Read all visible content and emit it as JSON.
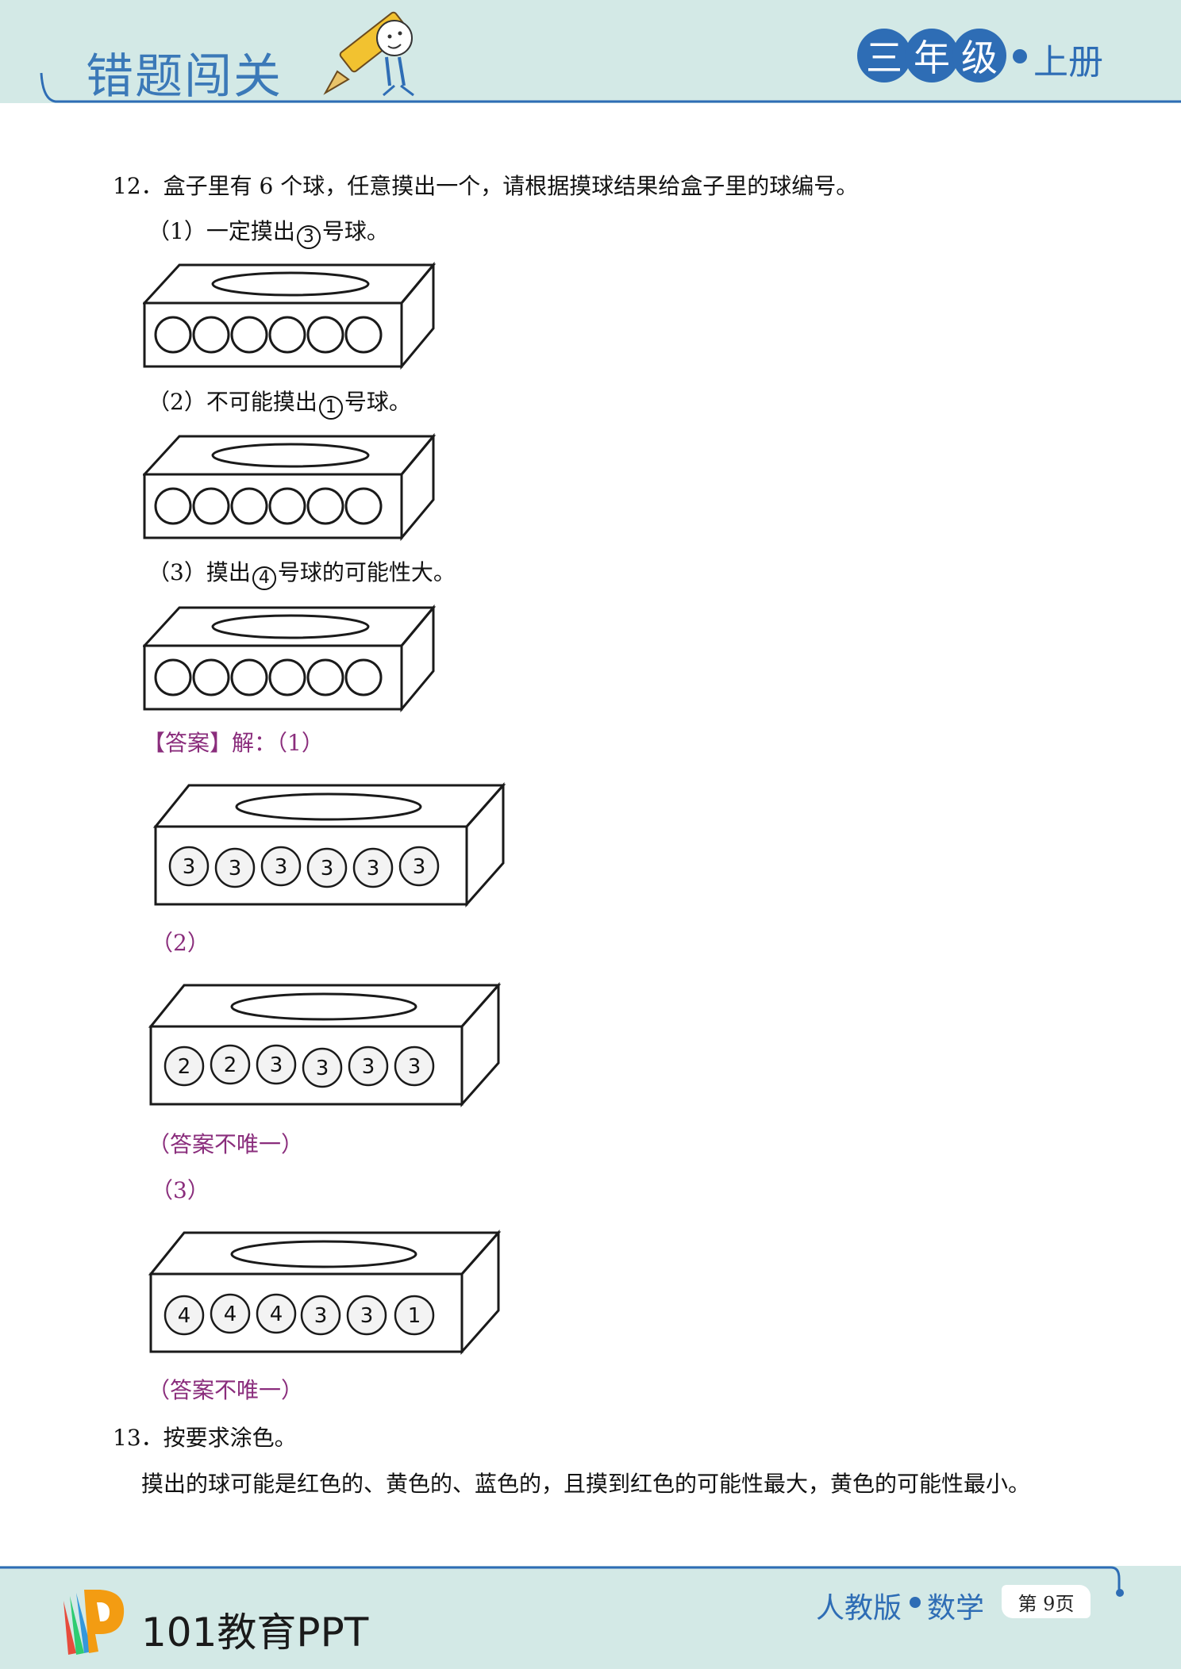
{
  "header": {
    "title": "错题闯关",
    "grade_chars": [
      "三",
      "年",
      "级"
    ],
    "volume": "上册"
  },
  "q12": {
    "stem": "12．盒子里有 6 个球，任意摸出一个，请根据摸球结果给盒子里的球编号。",
    "p1_pre": "（1）一定摸出",
    "p1_num": "3",
    "p1_post": "号球。",
    "p2_pre": "（2）不可能摸出",
    "p2_num": "1",
    "p2_post": "号球。",
    "p3_pre": "（3）摸出",
    "p3_num": "4",
    "p3_post": "号球的可能性大。"
  },
  "answer": {
    "tag": "【答案】",
    "intro": "解：（1）",
    "part2": "（2）",
    "note1": "（答案不唯一）",
    "part3": "（3）",
    "note2": "（答案不唯一）",
    "boxes": [
      [
        "3",
        "3",
        "3",
        "3",
        "3",
        "3"
      ],
      [
        "2",
        "2",
        "3",
        "3",
        "3",
        "3"
      ],
      [
        "4",
        "4",
        "4",
        "3",
        "3",
        "1"
      ]
    ]
  },
  "q13": {
    "stem": "13．按要求涂色。",
    "text": "摸出的球可能是红色的、黄色的、蓝色的，且摸到红色的可能性最大，黄色的可能性最小。"
  },
  "footer": {
    "logo": "101教育PPT",
    "edition": "人教版",
    "subject": "数学",
    "page": "第 9页"
  },
  "colors": {
    "band": "#d3e9e6",
    "accent_blue": "#2e6db5",
    "answer_purple": "#8a2d7c"
  }
}
